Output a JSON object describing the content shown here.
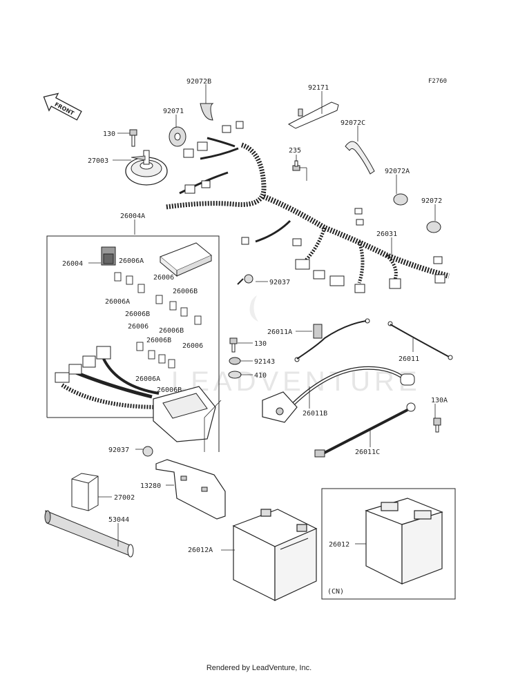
{
  "figure_code": "F2760",
  "front_label": "FRONT",
  "watermark": "LEADVENTURE",
  "footer": "Rendered by LeadVenture, Inc.",
  "variant_label": "(CN)",
  "parts": [
    {
      "id": "p-92072b",
      "label": "92072B",
      "name": "harness-clamp"
    },
    {
      "id": "p-92071",
      "label": "92071",
      "name": "grommet"
    },
    {
      "id": "p-130-a",
      "label": "130",
      "name": "bolt"
    },
    {
      "id": "p-27003",
      "label": "27003",
      "name": "horn"
    },
    {
      "id": "p-92171",
      "label": "92171",
      "name": "bracket"
    },
    {
      "id": "p-92072c",
      "label": "92072C",
      "name": "cable-band"
    },
    {
      "id": "p-235",
      "label": "235",
      "name": "screw"
    },
    {
      "id": "p-92072a",
      "label": "92072A",
      "name": "clamp"
    },
    {
      "id": "p-92072",
      "label": "92072",
      "name": "clamp"
    },
    {
      "id": "p-26004a",
      "label": "26004A",
      "name": "sub-harness-group"
    },
    {
      "id": "p-26004",
      "label": "26004",
      "name": "relay"
    },
    {
      "id": "p-26006a-1",
      "label": "26006A",
      "name": "fuse"
    },
    {
      "id": "p-26006a-2",
      "label": "26006A",
      "name": "fuse"
    },
    {
      "id": "p-26006-1",
      "label": "26006",
      "name": "fuse"
    },
    {
      "id": "p-26006b-1",
      "label": "26006B",
      "name": "fuse"
    },
    {
      "id": "p-26006b-2",
      "label": "26006B",
      "name": "fuse"
    },
    {
      "id": "p-26006b-3",
      "label": "26006B",
      "name": "fuse"
    },
    {
      "id": "p-26006-2",
      "label": "26006",
      "name": "fuse"
    },
    {
      "id": "p-26006-3",
      "label": "26006",
      "name": "fuse"
    },
    {
      "id": "p-26006b-4",
      "label": "26006B",
      "name": "fuse"
    },
    {
      "id": "p-26006a-3",
      "label": "26006A",
      "name": "fuse"
    },
    {
      "id": "p-26006b-5",
      "label": "26006B",
      "name": "fuse"
    },
    {
      "id": "p-26031",
      "label": "26031",
      "name": "main-wiring-harness"
    },
    {
      "id": "p-92037-a",
      "label": "92037",
      "name": "clamp"
    },
    {
      "id": "p-26011a",
      "label": "26011A",
      "name": "lead"
    },
    {
      "id": "p-130-b",
      "label": "130",
      "name": "bolt"
    },
    {
      "id": "p-26011",
      "label": "26011",
      "name": "lead"
    },
    {
      "id": "p-92143",
      "label": "92143",
      "name": "collar"
    },
    {
      "id": "p-410",
      "label": "410",
      "name": "washer"
    },
    {
      "id": "p-26011b",
      "label": "26011B",
      "name": "battery-cable"
    },
    {
      "id": "p-130a",
      "label": "130A",
      "name": "bolt"
    },
    {
      "id": "p-26011c",
      "label": "26011C",
      "name": "ground-cable"
    },
    {
      "id": "p-92037-b",
      "label": "92037",
      "name": "clamp"
    },
    {
      "id": "p-13280",
      "label": "13280",
      "name": "plate"
    },
    {
      "id": "p-27002",
      "label": "27002",
      "name": "relay"
    },
    {
      "id": "p-53044",
      "label": "53044",
      "name": "tube"
    },
    {
      "id": "p-26012a",
      "label": "26012A",
      "name": "battery"
    },
    {
      "id": "p-26012",
      "label": "26012",
      "name": "battery-cn"
    }
  ]
}
